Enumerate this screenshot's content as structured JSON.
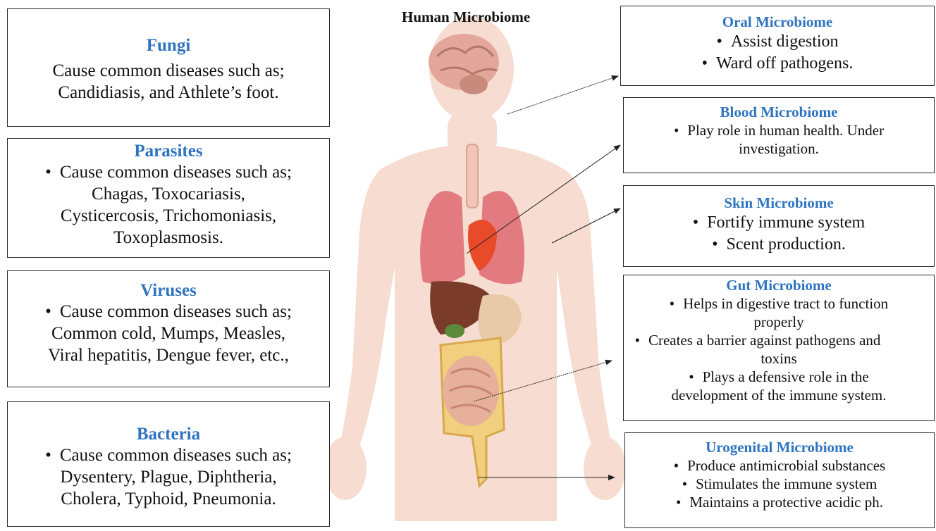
{
  "figure_title": "Human Microbiome",
  "left_boxes": {
    "fungi": {
      "title": "Fungi",
      "lines": [
        "Cause common diseases such as;",
        "Candidiasis, and Athlete’s foot."
      ]
    },
    "parasites": {
      "title": "Parasites",
      "lines": [
        "Cause common diseases such as;",
        "Chagas, Toxocariasis,",
        "Cysticercosis,  Trichomoniasis,",
        "Toxoplasmosis."
      ]
    },
    "viruses": {
      "title": "Viruses",
      "lines": [
        "Cause common diseases such as;",
        "Common cold, Mumps, Measles,",
        "Viral hepatitis, Dengue fever, etc.,"
      ]
    },
    "bacteria": {
      "title": "Bacteria",
      "lines": [
        "Cause common diseases such as;",
        "Dysentery, Plague, Diphtheria,",
        "Cholera, Typhoid, Pneumonia."
      ]
    }
  },
  "right_boxes": {
    "oral": {
      "title": "Oral Microbiome",
      "bullets": [
        "Assist digestion",
        "Ward off pathogens."
      ]
    },
    "blood": {
      "title": "Blood Microbiome",
      "lines": [
        "Play role in human health. Under",
        "investigation."
      ]
    },
    "skin": {
      "title": "Skin Microbiome",
      "bullets": [
        "Fortify immune system",
        "Scent production."
      ]
    },
    "gut": {
      "title": "Gut Microbiome",
      "lines": [
        "Helps in digestive tract to function",
        "properly",
        "Creates a barrier against pathogens and",
        "toxins",
        "Plays a defensive role in the",
        "development of the immune system."
      ]
    },
    "urogenital": {
      "title": "Urogenital Microbiome",
      "bullets": [
        "Produce antimicrobial substances",
        "Stimulates the immune system",
        "Maintains a protective acidic ph."
      ]
    }
  },
  "bullet_symbol": "•",
  "colors": {
    "title_blue": "#2f74c0",
    "skin": "#f6dcd1",
    "lung": "#e27a80",
    "intestine": "#e6c06f",
    "colon": "#f2cf7e",
    "liver": "#7a3b2a",
    "brain": "#e2a79a"
  }
}
